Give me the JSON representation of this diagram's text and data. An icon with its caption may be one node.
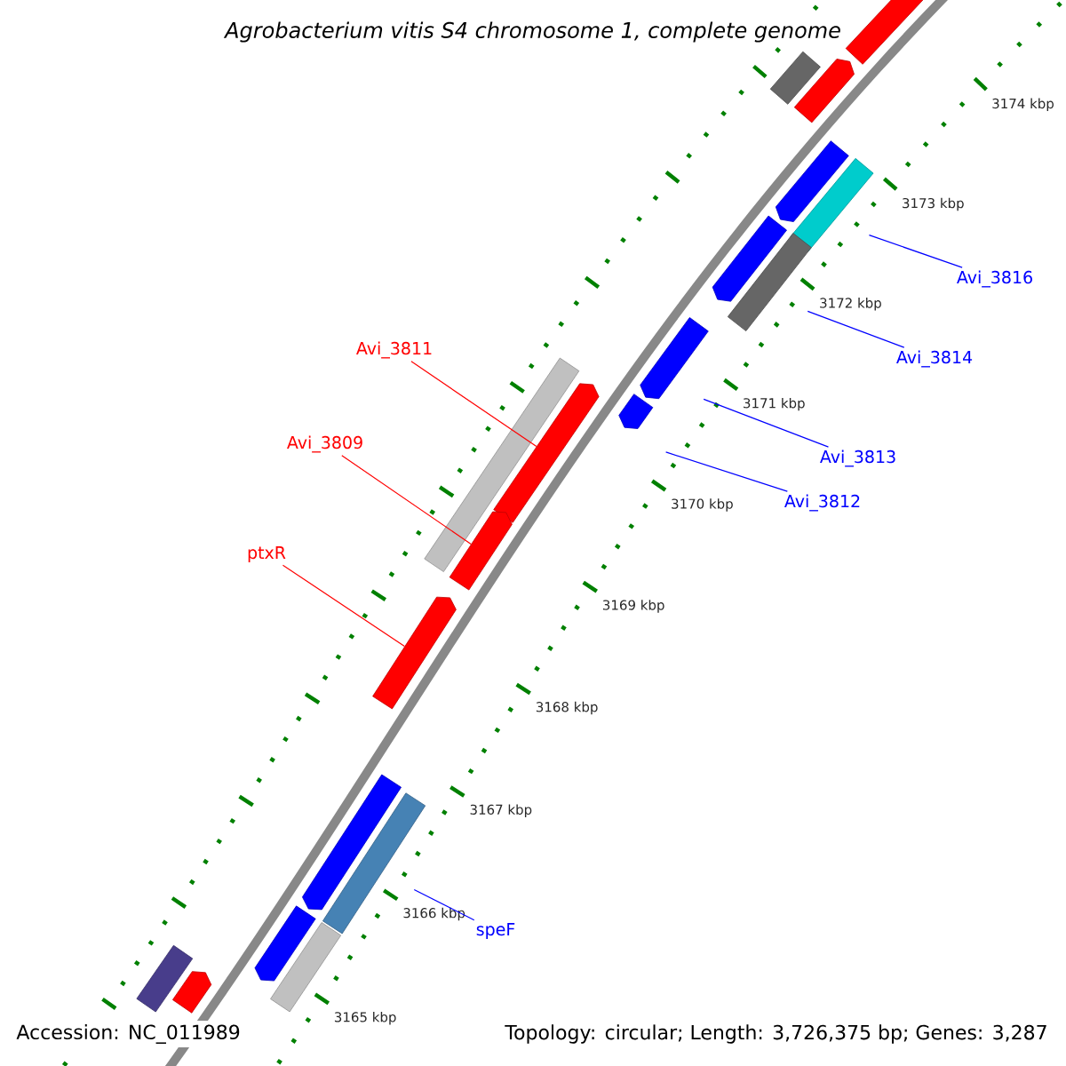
{
  "diagram": {
    "title": "Agrobacterium vitis S4 chromosome 1, complete genome",
    "nodes": [
      {
        "text": [],
        "shape": "arrow"
      },
      {
        "text": [],
        "shape": "arrow"
      },
      {
        "text": [],
        "shape": "bar"
      },
      {
        "text": [],
        "shape": "arrow"
      },
      {
        "text": [],
        "shape": "bar"
      },
      {
        "text": [
          "Avi_3816"
        ]
      },
      {
        "text": [],
        "shape": "arrow"
      },
      {
        "text": [],
        "shape": "bar"
      },
      {
        "text": [
          "Avi_3814"
        ]
      },
      {
        "text": [
          "Avi_3811"
        ]
      },
      {
        "text": [],
        "shape": "arrow"
      },
      {
        "text": [],
        "shape": "bar"
      },
      {
        "text": [],
        "shape": "arrow"
      },
      {
        "text": [],
        "shape": "arrow"
      },
      {
        "text": [
          "Avi_3813"
        ]
      },
      {
        "text": [
          "Avi_3809"
        ]
      },
      {
        "text": [
          "Avi_3812"
        ]
      },
      {
        "text": [],
        "shape": "arrow"
      },
      {
        "text": [
          "ptxR"
        ]
      },
      {
        "text": [],
        "shape": "arrow"
      },
      {
        "text": [],
        "shape": "arrow"
      },
      {
        "text": [],
        "shape": "bar"
      },
      {
        "text": [
          "speF"
        ]
      },
      {
        "text": [],
        "shape": "arrow"
      },
      {
        "text": [],
        "shape": "bar"
      },
      {
        "text": [],
        "shape": "bar"
      },
      {
        "text": [],
        "shape": "arrow"
      }
    ],
    "edges": [
      {
        "from": 5,
        "to": 4,
        "arrow": "none"
      },
      {
        "from": 8,
        "to": 7,
        "arrow": "none"
      },
      {
        "from": 9,
        "to": 12,
        "arrow": "none",
        "color": "#ff0000"
      },
      {
        "from": 14,
        "to": 10,
        "arrow": "none"
      },
      {
        "from": 15,
        "to": 17,
        "arrow": "none",
        "color": "#ff0000"
      },
      {
        "from": 16,
        "to": 13,
        "arrow": "none"
      },
      {
        "from": 18,
        "to": 19,
        "arrow": "none",
        "color": "#ff0000"
      },
      {
        "from": 22,
        "to": 21,
        "arrow": "none"
      }
    ],
    "labels": [
      "3174 kbp",
      "3173 kbp",
      "3172 kbp",
      "3171 kbp",
      "3170 kbp",
      "3169 kbp",
      "3168 kbp",
      "3167 kbp",
      "3166 kbp",
      "3165 kbp",
      "Accession: NC_011989",
      "Topology: circular; Length: 3,726,375 bp; Genes: 3,287"
    ]
  }
}
